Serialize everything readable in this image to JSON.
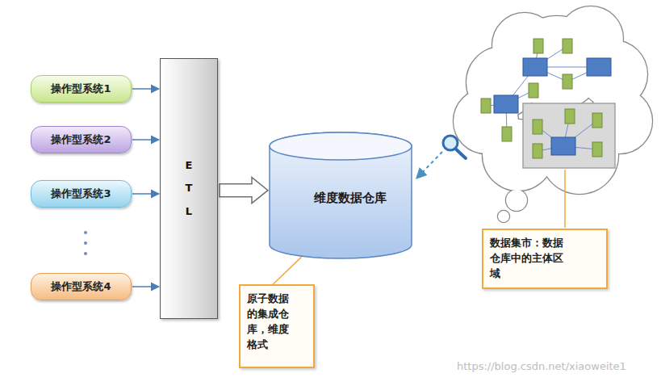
{
  "diagram": {
    "nodes": [
      {
        "text": [
          "操作型系统1"
        ]
      },
      {
        "text": [
          "操作型系统2"
        ]
      },
      {
        "text": [
          "操作型系统3"
        ]
      },
      {
        "text": [
          "操作型系统4"
        ]
      },
      {
        "text": [
          "ETL"
        ]
      },
      {
        "text": [
          "维度数据仓库"
        ]
      },
      {
        "text": [
          "原子数据的集成仓库，维度格式"
        ]
      },
      {
        "text": [
          "数据集市：数据仓库中的主体区域"
        ]
      }
    ],
    "edges": [
      {
        "from": 0,
        "to": 4,
        "arrow": "to"
      },
      {
        "from": 1,
        "to": 4,
        "arrow": "to"
      },
      {
        "from": 2,
        "to": 4,
        "arrow": "to"
      },
      {
        "from": 3,
        "to": 4,
        "arrow": "to"
      },
      {
        "from": 4,
        "to": 5,
        "arrow": "to"
      },
      {
        "from": 6,
        "to": 5,
        "arrow": "none"
      }
    ],
    "labels": [
      "https://blog.csdn.net/xiaoweite1"
    ]
  }
}
